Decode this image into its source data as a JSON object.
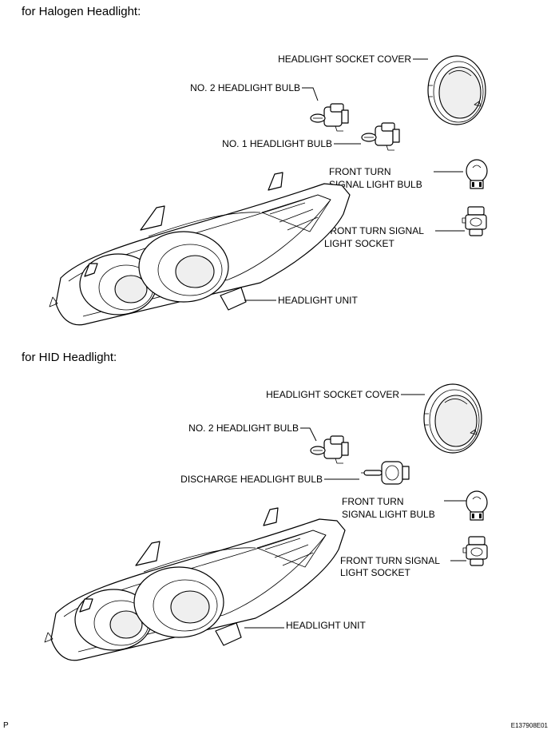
{
  "halogen": {
    "heading": "for Halogen Headlight:",
    "socket_cover": "HEADLIGHT SOCKET COVER",
    "no2_bulb": "NO. 2 HEADLIGHT BULB",
    "no1_bulb": "NO. 1 HEADLIGHT BULB",
    "turn_bulb_line1": "FRONT TURN",
    "turn_bulb_line2": "SIGNAL LIGHT BULB",
    "turn_socket_line1": "FRONT TURN SIGNAL",
    "turn_socket_line2": "LIGHT SOCKET",
    "headlight_unit": "HEADLIGHT UNIT"
  },
  "hid": {
    "heading": "for HID Headlight:",
    "socket_cover": "HEADLIGHT SOCKET COVER",
    "no2_bulb": "NO. 2 HEADLIGHT BULB",
    "discharge_bulb": "DISCHARGE HEADLIGHT BULB",
    "turn_bulb_line1": "FRONT TURN",
    "turn_bulb_line2": "SIGNAL LIGHT BULB",
    "turn_socket_line1": "FRONT TURN SIGNAL",
    "turn_socket_line2": "LIGHT SOCKET",
    "headlight_unit": "HEADLIGHT UNIT"
  },
  "footer": {
    "left_mark": "P",
    "figure_code": "E137908E01"
  }
}
